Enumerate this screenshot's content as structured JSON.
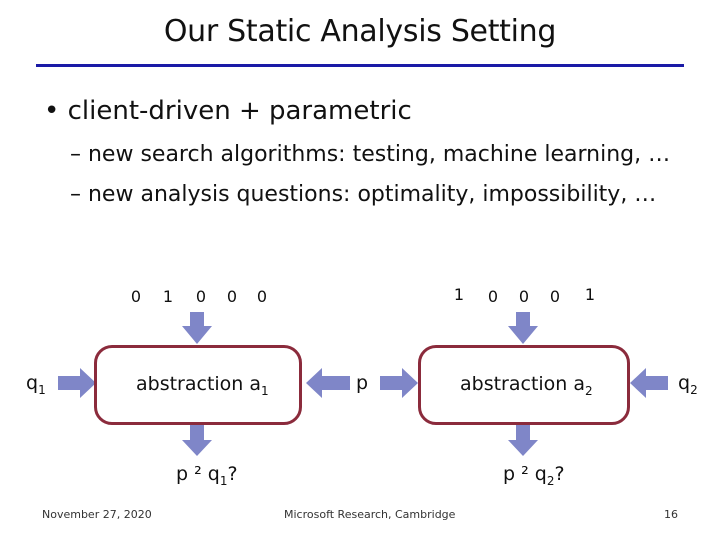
{
  "slide": {
    "title": "Our Static Analysis Setting",
    "bullet": "client-driven + parametric",
    "subbullets": [
      "– new search algorithms: testing, machine learning, …",
      "– new analysis questions: optimality, impossibility, …"
    ]
  },
  "diagram": {
    "left_bits": [
      "0",
      "1",
      "0",
      "0",
      "0"
    ],
    "right_bits": [
      "1",
      "0",
      "0",
      "0",
      "1"
    ],
    "left_box": {
      "label": "abstraction a",
      "sub": "1"
    },
    "right_box": {
      "label": "abstraction a",
      "sub": "2"
    },
    "q1": {
      "text": "q",
      "sub": "1"
    },
    "q2": {
      "text": "q",
      "sub": "2"
    },
    "p": "p",
    "left_query": {
      "pre": "p ² q",
      "sub": "1",
      "post": "?"
    },
    "right_query": {
      "pre": "p ² q",
      "sub": "2",
      "post": "?"
    },
    "arrow_color": "#7f86c8",
    "box_border_color": "#8b2b3c"
  },
  "footer": {
    "date": "November 27, 2020",
    "org": "Microsoft Research, Cambridge",
    "page": "16"
  }
}
